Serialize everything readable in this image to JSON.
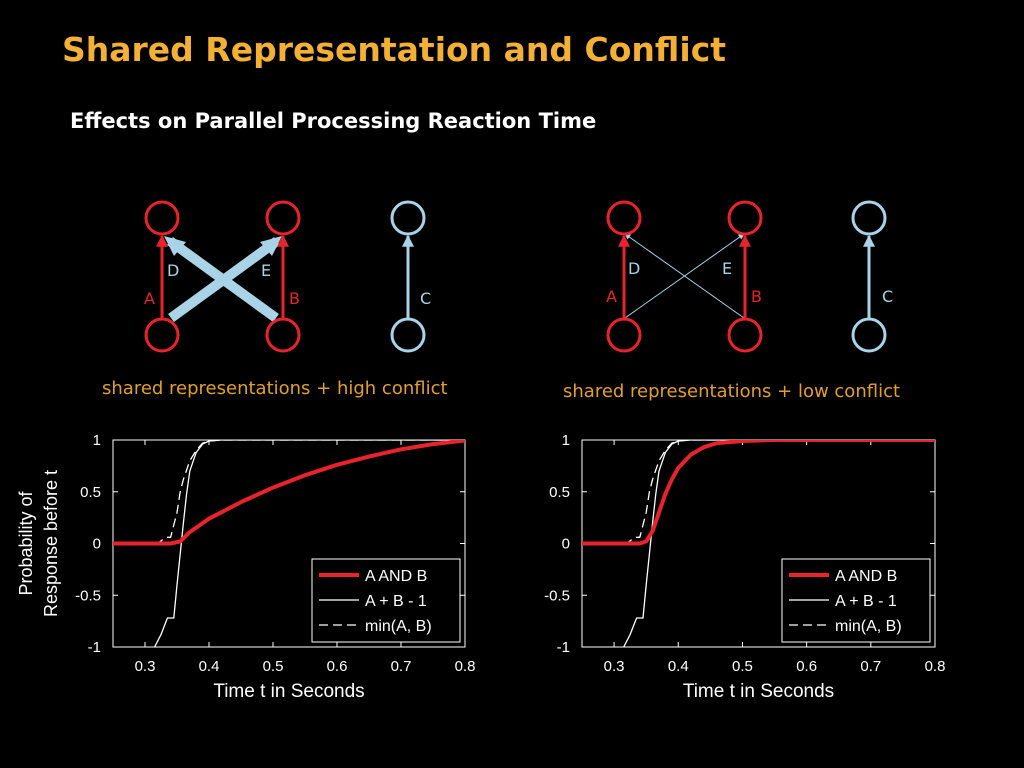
{
  "slide": {
    "title": "Shared Representation and Conflict",
    "subtitle": "Effects on Parallel Processing Reaction Time"
  },
  "diagrams": [
    {
      "caption": "shared representations + high conflict",
      "labels": {
        "A": "A",
        "B": "B",
        "C": "C",
        "D": "D",
        "E": "E"
      },
      "cross_style": "thick"
    },
    {
      "caption": "shared representations + low conflict",
      "labels": {
        "A": "A",
        "B": "B",
        "C": "C",
        "D": "D",
        "E": "E"
      },
      "cross_style": "thin"
    }
  ],
  "colors": {
    "title": "#f2b035",
    "caption": "#e0a030",
    "red": "#e8232b",
    "light_blue": "#a9d3e6",
    "axes": "#ffffff"
  },
  "chart_data": [
    {
      "type": "line",
      "xlabel": "Time t in Seconds",
      "ylabel": [
        "Probability of",
        "Response before t"
      ],
      "xlim": [
        0.25,
        0.8
      ],
      "ylim": [
        -1,
        1
      ],
      "xticks": [
        "0.3",
        "0.4",
        "0.5",
        "0.6",
        "0.7",
        "0.8"
      ],
      "yticks": [
        "1",
        "0.5",
        "0",
        "-0.5",
        "-1"
      ],
      "legend_position": "bottom-right",
      "series": [
        {
          "name": "A AND B",
          "style": "thick-red",
          "x": [
            0.25,
            0.3,
            0.34,
            0.355,
            0.37,
            0.4,
            0.45,
            0.5,
            0.55,
            0.6,
            0.65,
            0.7,
            0.75,
            0.8
          ],
          "y": [
            0,
            0,
            0,
            0.02,
            0.11,
            0.24,
            0.4,
            0.54,
            0.66,
            0.76,
            0.84,
            0.91,
            0.96,
            0.995
          ]
        },
        {
          "name": "A + B - 1",
          "style": "thin-solid",
          "x": [
            0.315,
            0.325,
            0.335,
            0.345,
            0.35,
            0.355,
            0.36,
            0.365,
            0.37,
            0.38,
            0.39,
            0.4,
            0.42,
            0.8
          ],
          "y": [
            -1,
            -0.88,
            -0.72,
            -0.72,
            -0.4,
            -0.1,
            0.2,
            0.48,
            0.7,
            0.88,
            0.96,
            0.99,
            1,
            1
          ]
        },
        {
          "name": "min(A, B)",
          "style": "thin-dashed",
          "x": [
            0.25,
            0.32,
            0.33,
            0.335,
            0.34,
            0.35,
            0.355,
            0.36,
            0.37,
            0.38,
            0.39,
            0.4,
            0.42,
            0.8
          ],
          "y": [
            0,
            0,
            0.05,
            0.06,
            0.06,
            0.3,
            0.5,
            0.62,
            0.8,
            0.9,
            0.97,
            0.99,
            1,
            1
          ]
        }
      ]
    },
    {
      "type": "line",
      "xlabel": "Time t in Seconds",
      "ylabel": [],
      "xlim": [
        0.25,
        0.8
      ],
      "ylim": [
        -1,
        1
      ],
      "xticks": [
        "0.3",
        "0.4",
        "0.5",
        "0.6",
        "0.7",
        "0.8"
      ],
      "yticks": [
        "1",
        "0.5",
        "0",
        "-0.5",
        "-1"
      ],
      "legend_position": "bottom-right",
      "series": [
        {
          "name": "A AND B",
          "style": "thick-red",
          "x": [
            0.25,
            0.3,
            0.34,
            0.35,
            0.36,
            0.37,
            0.38,
            0.39,
            0.4,
            0.42,
            0.44,
            0.46,
            0.5,
            0.55,
            0.8
          ],
          "y": [
            0,
            0,
            0,
            0.02,
            0.12,
            0.3,
            0.48,
            0.62,
            0.73,
            0.86,
            0.93,
            0.97,
            0.99,
            1,
            1
          ]
        },
        {
          "name": "A + B - 1",
          "style": "thin-solid",
          "x": [
            0.315,
            0.325,
            0.335,
            0.345,
            0.35,
            0.355,
            0.36,
            0.365,
            0.37,
            0.38,
            0.39,
            0.4,
            0.42,
            0.8
          ],
          "y": [
            -1,
            -0.88,
            -0.72,
            -0.72,
            -0.4,
            -0.1,
            0.2,
            0.48,
            0.7,
            0.88,
            0.96,
            0.99,
            1,
            1
          ]
        },
        {
          "name": "min(A, B)",
          "style": "thin-dashed",
          "x": [
            0.25,
            0.32,
            0.33,
            0.335,
            0.34,
            0.35,
            0.355,
            0.36,
            0.37,
            0.38,
            0.39,
            0.4,
            0.42,
            0.8
          ],
          "y": [
            0,
            0,
            0.05,
            0.06,
            0.06,
            0.3,
            0.5,
            0.62,
            0.8,
            0.9,
            0.97,
            0.99,
            1,
            1
          ]
        }
      ]
    }
  ]
}
